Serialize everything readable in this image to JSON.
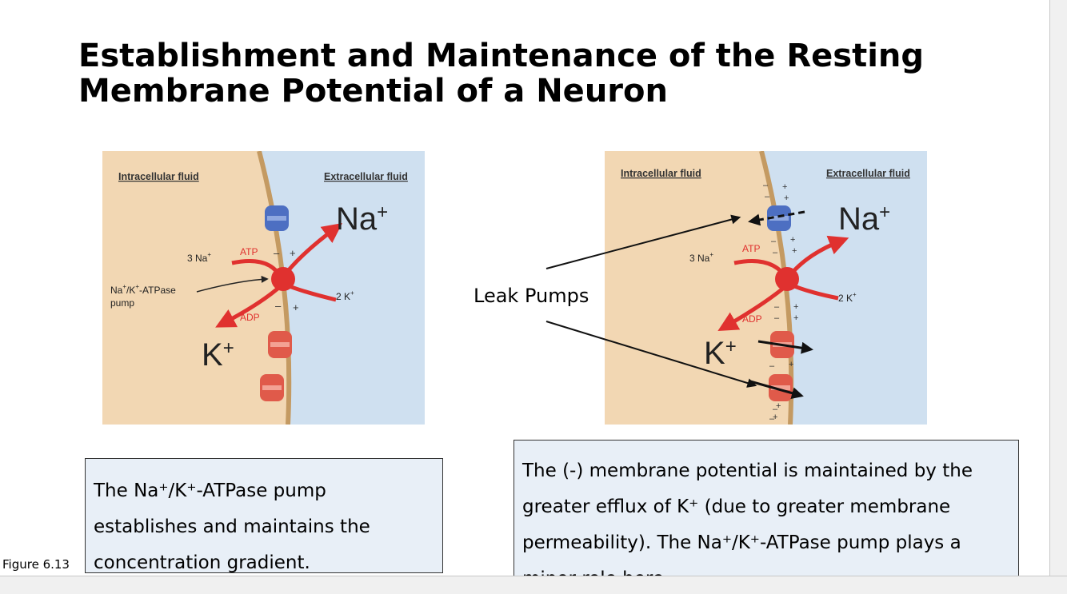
{
  "title": {
    "line1": "Establishment and Maintenance of the Resting",
    "line2": "Membrane Potential of a Neuron"
  },
  "left_diagram": {
    "intracellular_label": "Intracellular fluid",
    "extracellular_label": "Extracellular fluid",
    "na_label": "Na",
    "na_sup": "+",
    "k_label": "K",
    "k_sup": "+",
    "three_na": "3 Na",
    "three_na_sup": "+",
    "two_k": "2 K",
    "two_k_sup": "+",
    "atp": "ATP",
    "adp": "ADP",
    "pump_label_1": "Na",
    "pump_label_sup1": "+",
    "pump_label_2": "/K",
    "pump_label_sup2": "+",
    "pump_label_3": "-ATPase",
    "pump_label_line2": "pump",
    "minus": "–",
    "plus": "+"
  },
  "right_diagram": {
    "intracellular_label": "Intracellular fluid",
    "extracellular_label": "Extracellular fluid",
    "na_label": "Na",
    "na_sup": "+",
    "k_label": "K",
    "k_sup": "+",
    "three_na": "3 Na",
    "three_na_sup": "+",
    "two_k": "2 K",
    "two_k_sup": "+",
    "atp": "ATP",
    "adp": "ADP",
    "minus": "–",
    "plus": "+"
  },
  "leak_pumps_label": "Leak Pumps",
  "textbox_left": "The Na⁺/K⁺-ATPase pump establishes and maintains the concentration gradient.",
  "textbox_right": "The (-) membrane potential is maintained by the greater efflux of K⁺ (due to greater membrane permeability). The Na⁺/K⁺-ATPase pump plays a minor role here.",
  "figure_label": "Figure 6.13",
  "colors": {
    "intracellular": "#f2d7b3",
    "extracellular": "#cfe0f0",
    "membrane": "#c49a62",
    "pump_red": "#e0312f",
    "na_channel_blue": "#4d6fc2",
    "k_channel_red": "#e05a4a",
    "textbox_bg": "#e8eff7"
  }
}
